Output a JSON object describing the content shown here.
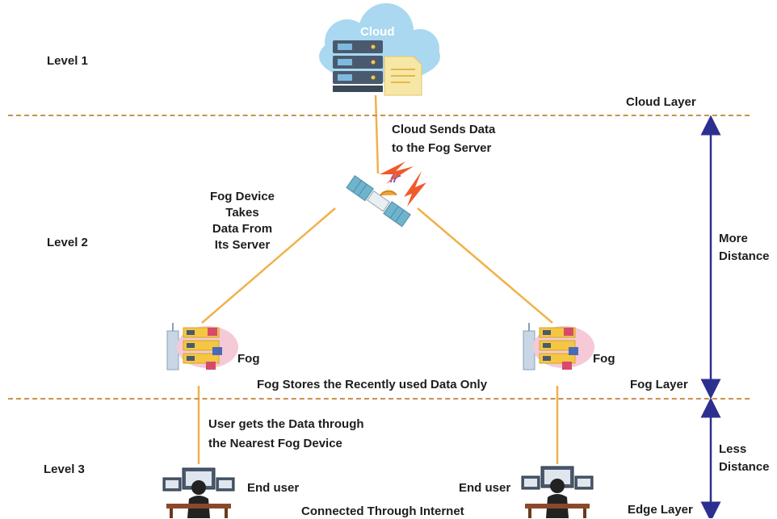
{
  "levels": {
    "level1": "Level 1",
    "level2": "Level 2",
    "level3": "Level 3"
  },
  "layers": {
    "cloud": "Cloud Layer",
    "fog": "Fog Layer",
    "edge": "Edge Layer"
  },
  "cloud_label": "Cloud",
  "annotations": {
    "cloud_sends_line1": "Cloud Sends Data",
    "cloud_sends_line2": "to the Fog Server",
    "fog_device_line1": "Fog Device",
    "fog_device_line2": "Takes",
    "fog_device_line3": "Data From",
    "fog_device_line4": "Its Server",
    "fog_stores": "Fog Stores the Recently used Data Only",
    "user_gets_line1": "User gets the Data through",
    "user_gets_line2": "the Nearest Fog Device",
    "connected": "Connected Through Internet"
  },
  "nodes": {
    "fog_left": "Fog",
    "fog_right": "Fog",
    "end_user_left": "End user",
    "end_user_right": "End user"
  },
  "distance": {
    "more_line1": "More",
    "more_line2": "Distance",
    "less_line1": "Less",
    "less_line2": "Distance"
  },
  "colors": {
    "connector": "#f0b24a",
    "divider": "#c8924c",
    "arrow": "#2d2f8f",
    "cloud_fill": "#a9d8f0",
    "server": "#4a5a6e",
    "text": "#1d1d1d"
  },
  "icons": [
    "cloud-server-icon",
    "satellite-icon",
    "fog-node-icon",
    "end-user-workstation-icon"
  ]
}
